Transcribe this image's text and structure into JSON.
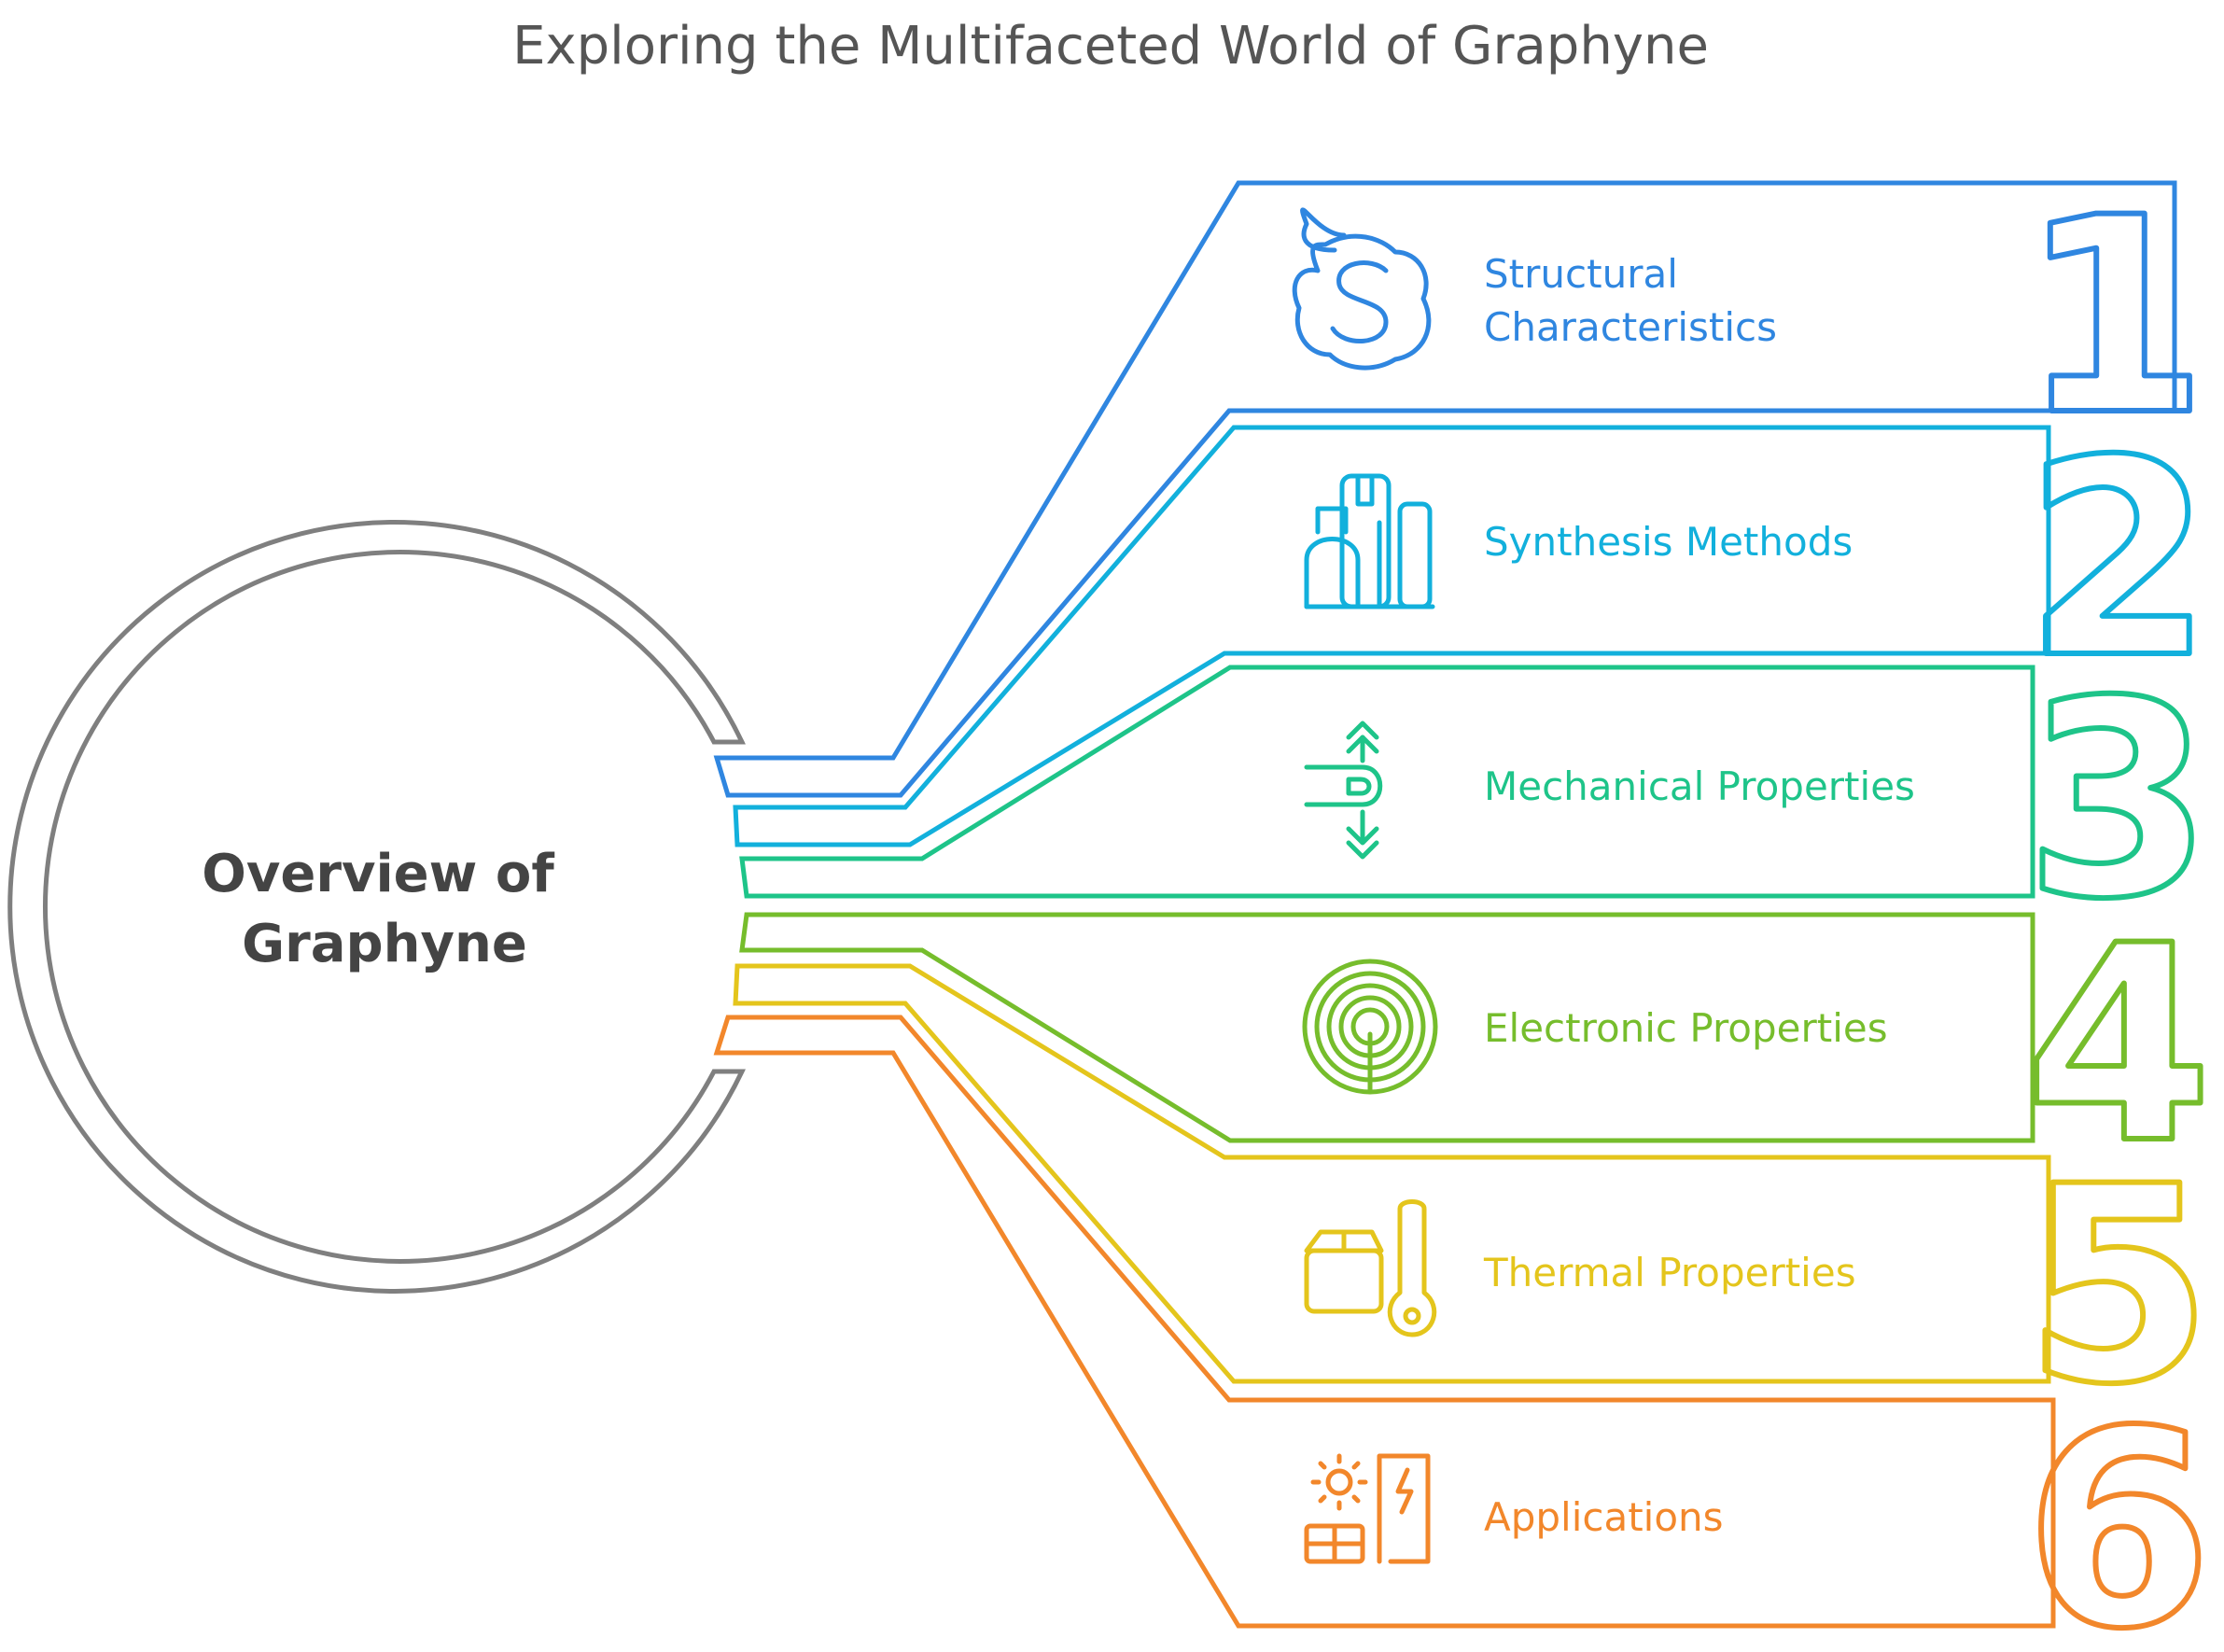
{
  "title": "Exploring the Multifaceted World of Graphyne",
  "center": {
    "line1": "Overview of",
    "line2": "Graphyne",
    "color": "#7f7f7f"
  },
  "items": [
    {
      "number": "1",
      "lines": [
        "Structural",
        "Characteristics"
      ],
      "color": "#2f86e0",
      "icon": "skype-icon"
    },
    {
      "number": "2",
      "lines": [
        "Synthesis Methods"
      ],
      "color": "#12b0dc",
      "icon": "factory-icon"
    },
    {
      "number": "3",
      "lines": [
        "Mechanical Properties"
      ],
      "color": "#1ec489",
      "icon": "magnet-arrows-icon"
    },
    {
      "number": "4",
      "lines": [
        "Electronic Properties"
      ],
      "color": "#76bd2c",
      "icon": "signal-rings-icon"
    },
    {
      "number": "5",
      "lines": [
        "Thermal Properties"
      ],
      "color": "#e4c51c",
      "icon": "box-thermometer-icon"
    },
    {
      "number": "6",
      "lines": [
        "Applications"
      ],
      "color": "#f2872b",
      "icon": "solar-battery-icon"
    }
  ]
}
